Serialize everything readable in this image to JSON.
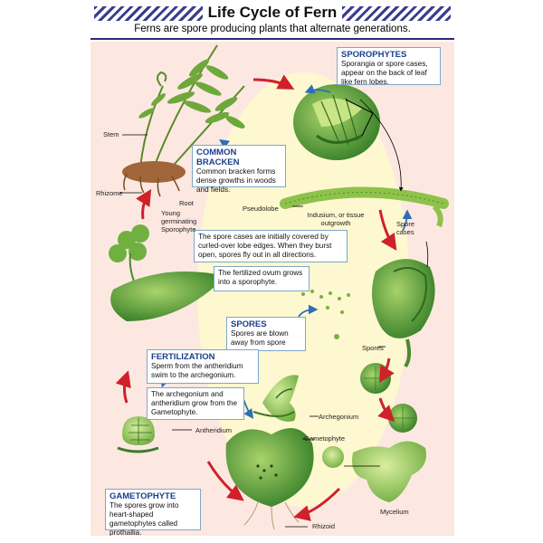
{
  "title": "Life Cycle of Fern",
  "subtitle": "Ferns are spore producing plants that alternate generations.",
  "boxes": {
    "sporophytes": {
      "heading": "SPOROPHYTES",
      "text": "Sporangia or spore cases, appear on the back of leaf like fern lobes."
    },
    "common_bracken": {
      "heading": "COMMON BRACKEN",
      "text": "Common bracken forms dense growths in woods and fields."
    },
    "spore_cases": {
      "text": "The spore cases are initially covered by curled-over lobe edges. When they burst open, spores fly out in all directions."
    },
    "fertilized_ovum": {
      "text": "The fertilized ovum grows into a sporophyte."
    },
    "spores": {
      "heading": "SPORES",
      "text": "Spores are blown away from spore cases."
    },
    "fertilization": {
      "heading": "FERTILIZATION",
      "text": "Sperm from the antheridium swim to the archegonium."
    },
    "archegonium_text": {
      "text": "The archegonium and antheridium grow from the Gametophyte."
    },
    "gametophyte": {
      "heading": "GAMETOPHYTE",
      "text": "The spores grow into heart-shaped gametophytes called prothallia."
    }
  },
  "labels": {
    "stem": "Stem",
    "rhizome": "Rhizome",
    "root": "Root",
    "young_sporophyte": "Young germinating Sporophyte",
    "pseudolobe": "Pseudolobe",
    "indusium": "Indusium, or tissue outgrowth",
    "spore_cases": "Spore cases",
    "spores": "Spores",
    "archegonium": "Archegonium",
    "gametophyte": "Gametophyte",
    "antheridium": "Antheridium",
    "mycelium": "Mycelium",
    "rhizoid": "Rhizoid"
  },
  "colors": {
    "heading_blue": "#1b3e8c",
    "box_border": "#7ea7c9",
    "arrow_red": "#d0202a",
    "arrow_blue": "#2d6fb6",
    "background_pink": "#fce8e1",
    "oval_yellow": "#fdf8cf",
    "leaf_green": "#3f8a2a"
  }
}
